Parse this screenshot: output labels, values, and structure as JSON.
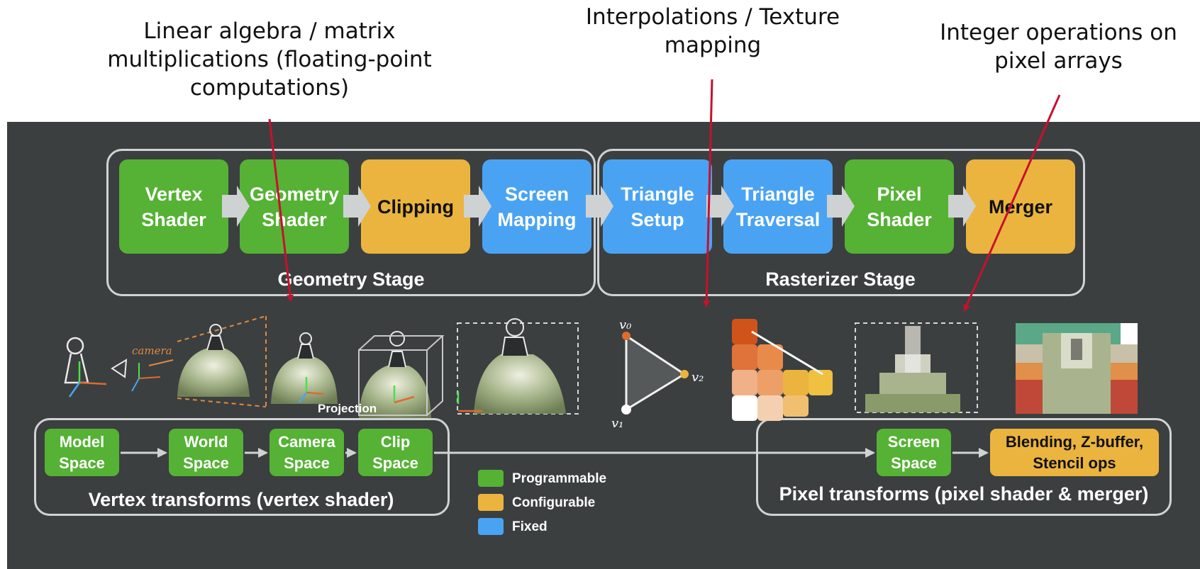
{
  "annotations": {
    "linear_algebra": "Linear algebra / matrix multiplications (floating-point computations)",
    "interpolations": "Interpolations / Texture mapping",
    "integer_ops": "Integer operations on pixel arrays"
  },
  "pipeline": {
    "geometry_stage": "Geometry Stage",
    "rasterizer_stage": "Rasterizer Stage",
    "vertex_shader": "Vertex Shader",
    "geometry_shader": "Geometry Shader",
    "clipping": "Clipping",
    "screen_mapping": "Screen Mapping",
    "triangle_setup": "Triangle Setup",
    "triangle_traversal": "Triangle Traversal",
    "pixel_shader": "Pixel Shader",
    "merger": "Merger"
  },
  "illustrations": {
    "camera": "camera",
    "projection": "Projection",
    "v0": "v₀",
    "v1": "v₁",
    "v2": "v₂"
  },
  "vertex_transforms": {
    "title": "Vertex transforms (vertex shader)",
    "model_space": "Model Space",
    "world_space": "World Space",
    "camera_space": "Camera Space",
    "clip_space": "Clip Space"
  },
  "pixel_transforms": {
    "title": "Pixel transforms (pixel shader & merger)",
    "screen_space": "Screen Space",
    "blending": "Blending, Z-buffer, Stencil ops"
  },
  "legend": {
    "programmable": "Programmable",
    "configurable": "Configurable",
    "fixed": "Fixed"
  },
  "colors": {
    "programmable": "#55b234",
    "configurable": "#ebb43e",
    "fixed": "#4aa3f2",
    "panel": "#3b3f40",
    "arrow": "#c8102e"
  }
}
